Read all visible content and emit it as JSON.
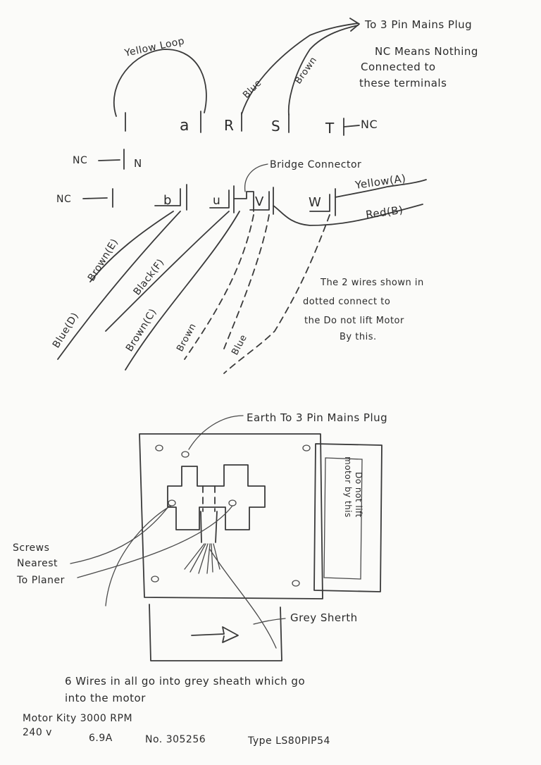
{
  "top": {
    "to_plug": "To 3 Pin Mains Plug",
    "nc_note_1": "NC Means Nothing",
    "nc_note_2": "Connected to",
    "nc_note_3": "these terminals",
    "yellow_loop": "Yellow Loop",
    "blue": "Blue",
    "brown": "Brown",
    "terminals": [
      "a",
      "R",
      "S",
      "T",
      "NC"
    ]
  },
  "middle": {
    "nc_n": "NC",
    "n_label": "N",
    "nc_b": "NC",
    "bridge": "Bridge Connector",
    "terminals": [
      "b",
      "u",
      "V",
      "W"
    ],
    "yellow_a": "Yellow(A)",
    "red_b": "Red(B)",
    "wire_labels": [
      "Blue(D)",
      "Brown(E)",
      "Black(F)",
      "Brown(C)",
      "Brown",
      "Blue"
    ],
    "dotted_note_1": "The 2 wires shown in",
    "dotted_note_2": "dotted connect to",
    "dotted_note_3": "the Do not lift Motor",
    "dotted_note_4": "By this."
  },
  "bottom": {
    "earth": "Earth To 3 Pin Mains Plug",
    "side_label_1": "Do not lift",
    "side_label_2": "motor by this",
    "screws_1": "Screws",
    "screws_2": "Nearest",
    "screws_3": "To Planer",
    "sheath": "Grey Sherth",
    "six_wires_1": "6 Wires in all go into grey sheath which go",
    "six_wires_2": "into the motor",
    "motor_line_1": "Motor Kity 3000 RPM",
    "motor_line_2a": "240 v",
    "motor_line_2b": "6.9A",
    "motor_line_2c": "No. 305256",
    "motor_line_2d": "Type LS80PIP54"
  }
}
